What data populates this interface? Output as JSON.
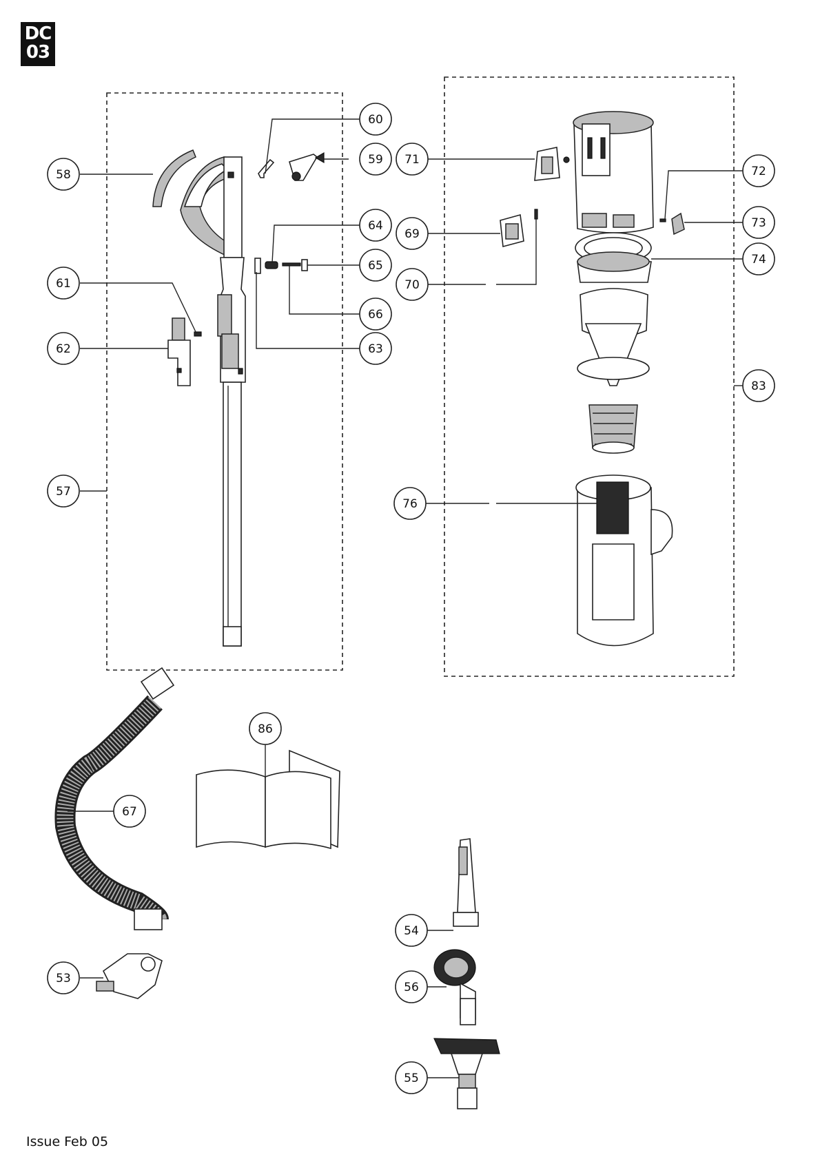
{
  "logo": {
    "line1": "DC",
    "line2": "03"
  },
  "issue_text": "Issue Feb 05",
  "callouts": {
    "c53": "53",
    "c54": "54",
    "c55": "55",
    "c56": "56",
    "c57": "57",
    "c58": "58",
    "c59": "59",
    "c60": "60",
    "c61": "61",
    "c62": "62",
    "c63": "63",
    "c64": "64",
    "c65": "65",
    "c66": "66",
    "c67": "67",
    "c69": "69",
    "c70": "70",
    "c71": "71",
    "c72": "72",
    "c73": "73",
    "c74": "74",
    "c76": "76",
    "c83": "83",
    "c86": "86"
  }
}
